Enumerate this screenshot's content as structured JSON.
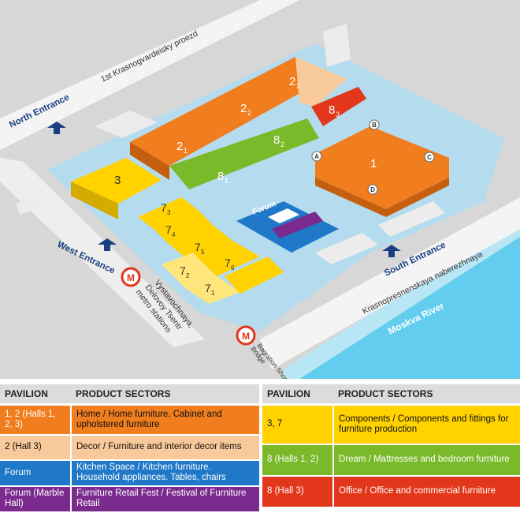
{
  "map": {
    "streets": {
      "north_street": "1st Krasnogvardeisky proezd",
      "south_street": "Krasnopresnenskaya naberezhnaya",
      "river": "Moskva River"
    },
    "entrances": {
      "north": "North Entrance",
      "west": "West Entrance",
      "south": "South Entrance"
    },
    "metro": {
      "line1": "Vystavochnaya,",
      "line2": "Delovoy Tsentr",
      "line3": "metro stations"
    },
    "bridge": {
      "line1": "Bagration Shopping",
      "line2": "Bridge"
    },
    "forum_label": "Forum",
    "halls": [
      {
        "num": "2",
        "sub": "1"
      },
      {
        "num": "2",
        "sub": "2"
      },
      {
        "num": "2",
        "sub": "3"
      },
      {
        "num": "8",
        "sub": "1"
      },
      {
        "num": "8",
        "sub": "2"
      },
      {
        "num": "8",
        "sub": "3"
      },
      {
        "num": "3",
        "sub": ""
      },
      {
        "num": "1",
        "sub": ""
      },
      {
        "num": "7",
        "sub": "3"
      },
      {
        "num": "7",
        "sub": "4"
      },
      {
        "num": "7",
        "sub": "5"
      },
      {
        "num": "7",
        "sub": "6"
      },
      {
        "num": "7",
        "sub": "2"
      },
      {
        "num": "7",
        "sub": "1"
      }
    ],
    "gates": [
      "A",
      "B",
      "C",
      "D"
    ]
  },
  "legend": {
    "header_pavilion": "PAVILION",
    "header_sectors": "PRODUCT SECTORS",
    "left": [
      {
        "pavilion": "1, 2 (Halls 1, 2, 3)",
        "sectors": "Home / Home furniture. Cabinet and upholstered furniture",
        "color": "#f07d1e"
      },
      {
        "pavilion": "2 (Hall 3)",
        "sectors": "Decor / Furniture and interior decor items",
        "color": "#f8c99a"
      },
      {
        "pavilion": "Forum",
        "sectors": "Kitchen Space / Kitchen furniture. Household appliances. Tables, chairs",
        "color": "#1f78c8"
      },
      {
        "pavilion": "Forum (Marble Hall)",
        "sectors": "Furniture Retail Fest / Festival of Furniture Retail",
        "color": "#7b2b8e"
      }
    ],
    "right": [
      {
        "pavilion": "3, 7",
        "sectors": "Components / Components and fittings for furniture production",
        "color": "#ffd200"
      },
      {
        "pavilion": "8 (Halls 1, 2)",
        "sectors": "Dream / Mattresses and bedroom furniture",
        "color": "#7ab929"
      },
      {
        "pavilion": "8 (Hall 3)",
        "sectors": "Office / Office and commercial furniture",
        "color": "#e2371b"
      }
    ]
  }
}
